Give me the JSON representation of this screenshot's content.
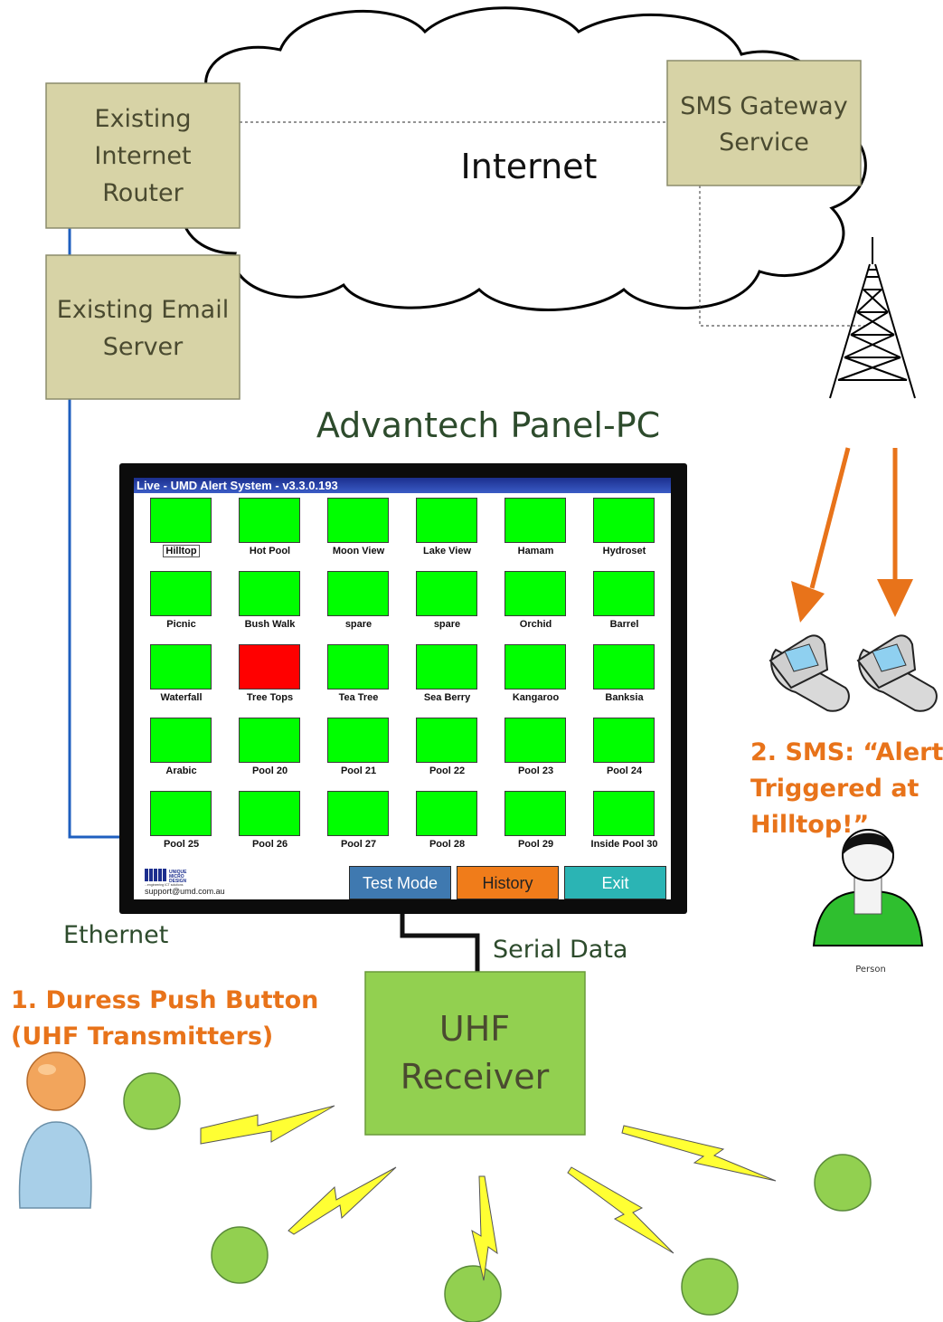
{
  "cloud": {
    "label": "Internet"
  },
  "router": {
    "label_lines": [
      "Existing",
      "Internet",
      "Router"
    ]
  },
  "email_server": {
    "label_lines": [
      "Existing Email",
      "Server"
    ]
  },
  "sms_gateway": {
    "label_lines": [
      "SMS Gateway",
      "Service"
    ]
  },
  "panel_pc": {
    "title": "Advantech Panel-PC"
  },
  "app": {
    "title": "Live - UMD Alert System - v3.3.0.193",
    "tiles": [
      {
        "name": "Hilltop",
        "status": "ok",
        "selected": true
      },
      {
        "name": "Hot Pool",
        "status": "ok"
      },
      {
        "name": "Moon View",
        "status": "ok"
      },
      {
        "name": "Lake View",
        "status": "ok"
      },
      {
        "name": "Hamam",
        "status": "ok"
      },
      {
        "name": "Hydroset",
        "status": "ok"
      },
      {
        "name": "Picnic",
        "status": "ok"
      },
      {
        "name": "Bush Walk",
        "status": "ok"
      },
      {
        "name": "spare",
        "status": "ok"
      },
      {
        "name": "spare",
        "status": "ok"
      },
      {
        "name": "Orchid",
        "status": "ok"
      },
      {
        "name": "Barrel",
        "status": "ok"
      },
      {
        "name": "Waterfall",
        "status": "ok"
      },
      {
        "name": "Tree Tops",
        "status": "alert"
      },
      {
        "name": "Tea Tree",
        "status": "ok"
      },
      {
        "name": "Sea Berry",
        "status": "ok"
      },
      {
        "name": "Kangaroo",
        "status": "ok"
      },
      {
        "name": "Banksia",
        "status": "ok"
      },
      {
        "name": "Arabic",
        "status": "ok"
      },
      {
        "name": "Pool 20",
        "status": "ok"
      },
      {
        "name": "Pool 21",
        "status": "ok"
      },
      {
        "name": "Pool 22",
        "status": "ok"
      },
      {
        "name": "Pool 23",
        "status": "ok"
      },
      {
        "name": "Pool 24",
        "status": "ok"
      },
      {
        "name": "Pool 25",
        "status": "ok"
      },
      {
        "name": "Pool 26",
        "status": "ok"
      },
      {
        "name": "Pool 27",
        "status": "ok"
      },
      {
        "name": "Pool 28",
        "status": "ok"
      },
      {
        "name": "Pool 29",
        "status": "ok"
      },
      {
        "name": "Inside Pool 30",
        "status": "ok"
      }
    ],
    "buttons": {
      "test": "Test Mode",
      "history": "History",
      "exit": "Exit"
    },
    "logo_text": [
      "UNIQUE",
      "MICRO",
      "DESIGN"
    ],
    "logo_tagline": "...engineering ICT solutions",
    "support_email": "support@umd.com.au"
  },
  "labels": {
    "ethernet": "Ethernet",
    "serial": "Serial Data",
    "duress_lines": [
      "1. Duress  Push Button",
      "(UHF Transmitters)"
    ],
    "sms_lines": [
      "2.  SMS: “Alert",
      "Triggered at",
      "Hilltop!”"
    ],
    "person": "Person"
  },
  "receiver": {
    "label_lines": [
      "UHF",
      "Receiver"
    ]
  },
  "colors": {
    "box_fill": "#d7d3a6",
    "box_stroke": "#8c8c6c",
    "receiver_fill": "#92d050",
    "tile_ok": "#00ff00",
    "tile_alert": "#ff0000",
    "accent_orange": "#e8731a",
    "ethernet_line": "#1f5fbf",
    "bolt": "#ffff33"
  }
}
